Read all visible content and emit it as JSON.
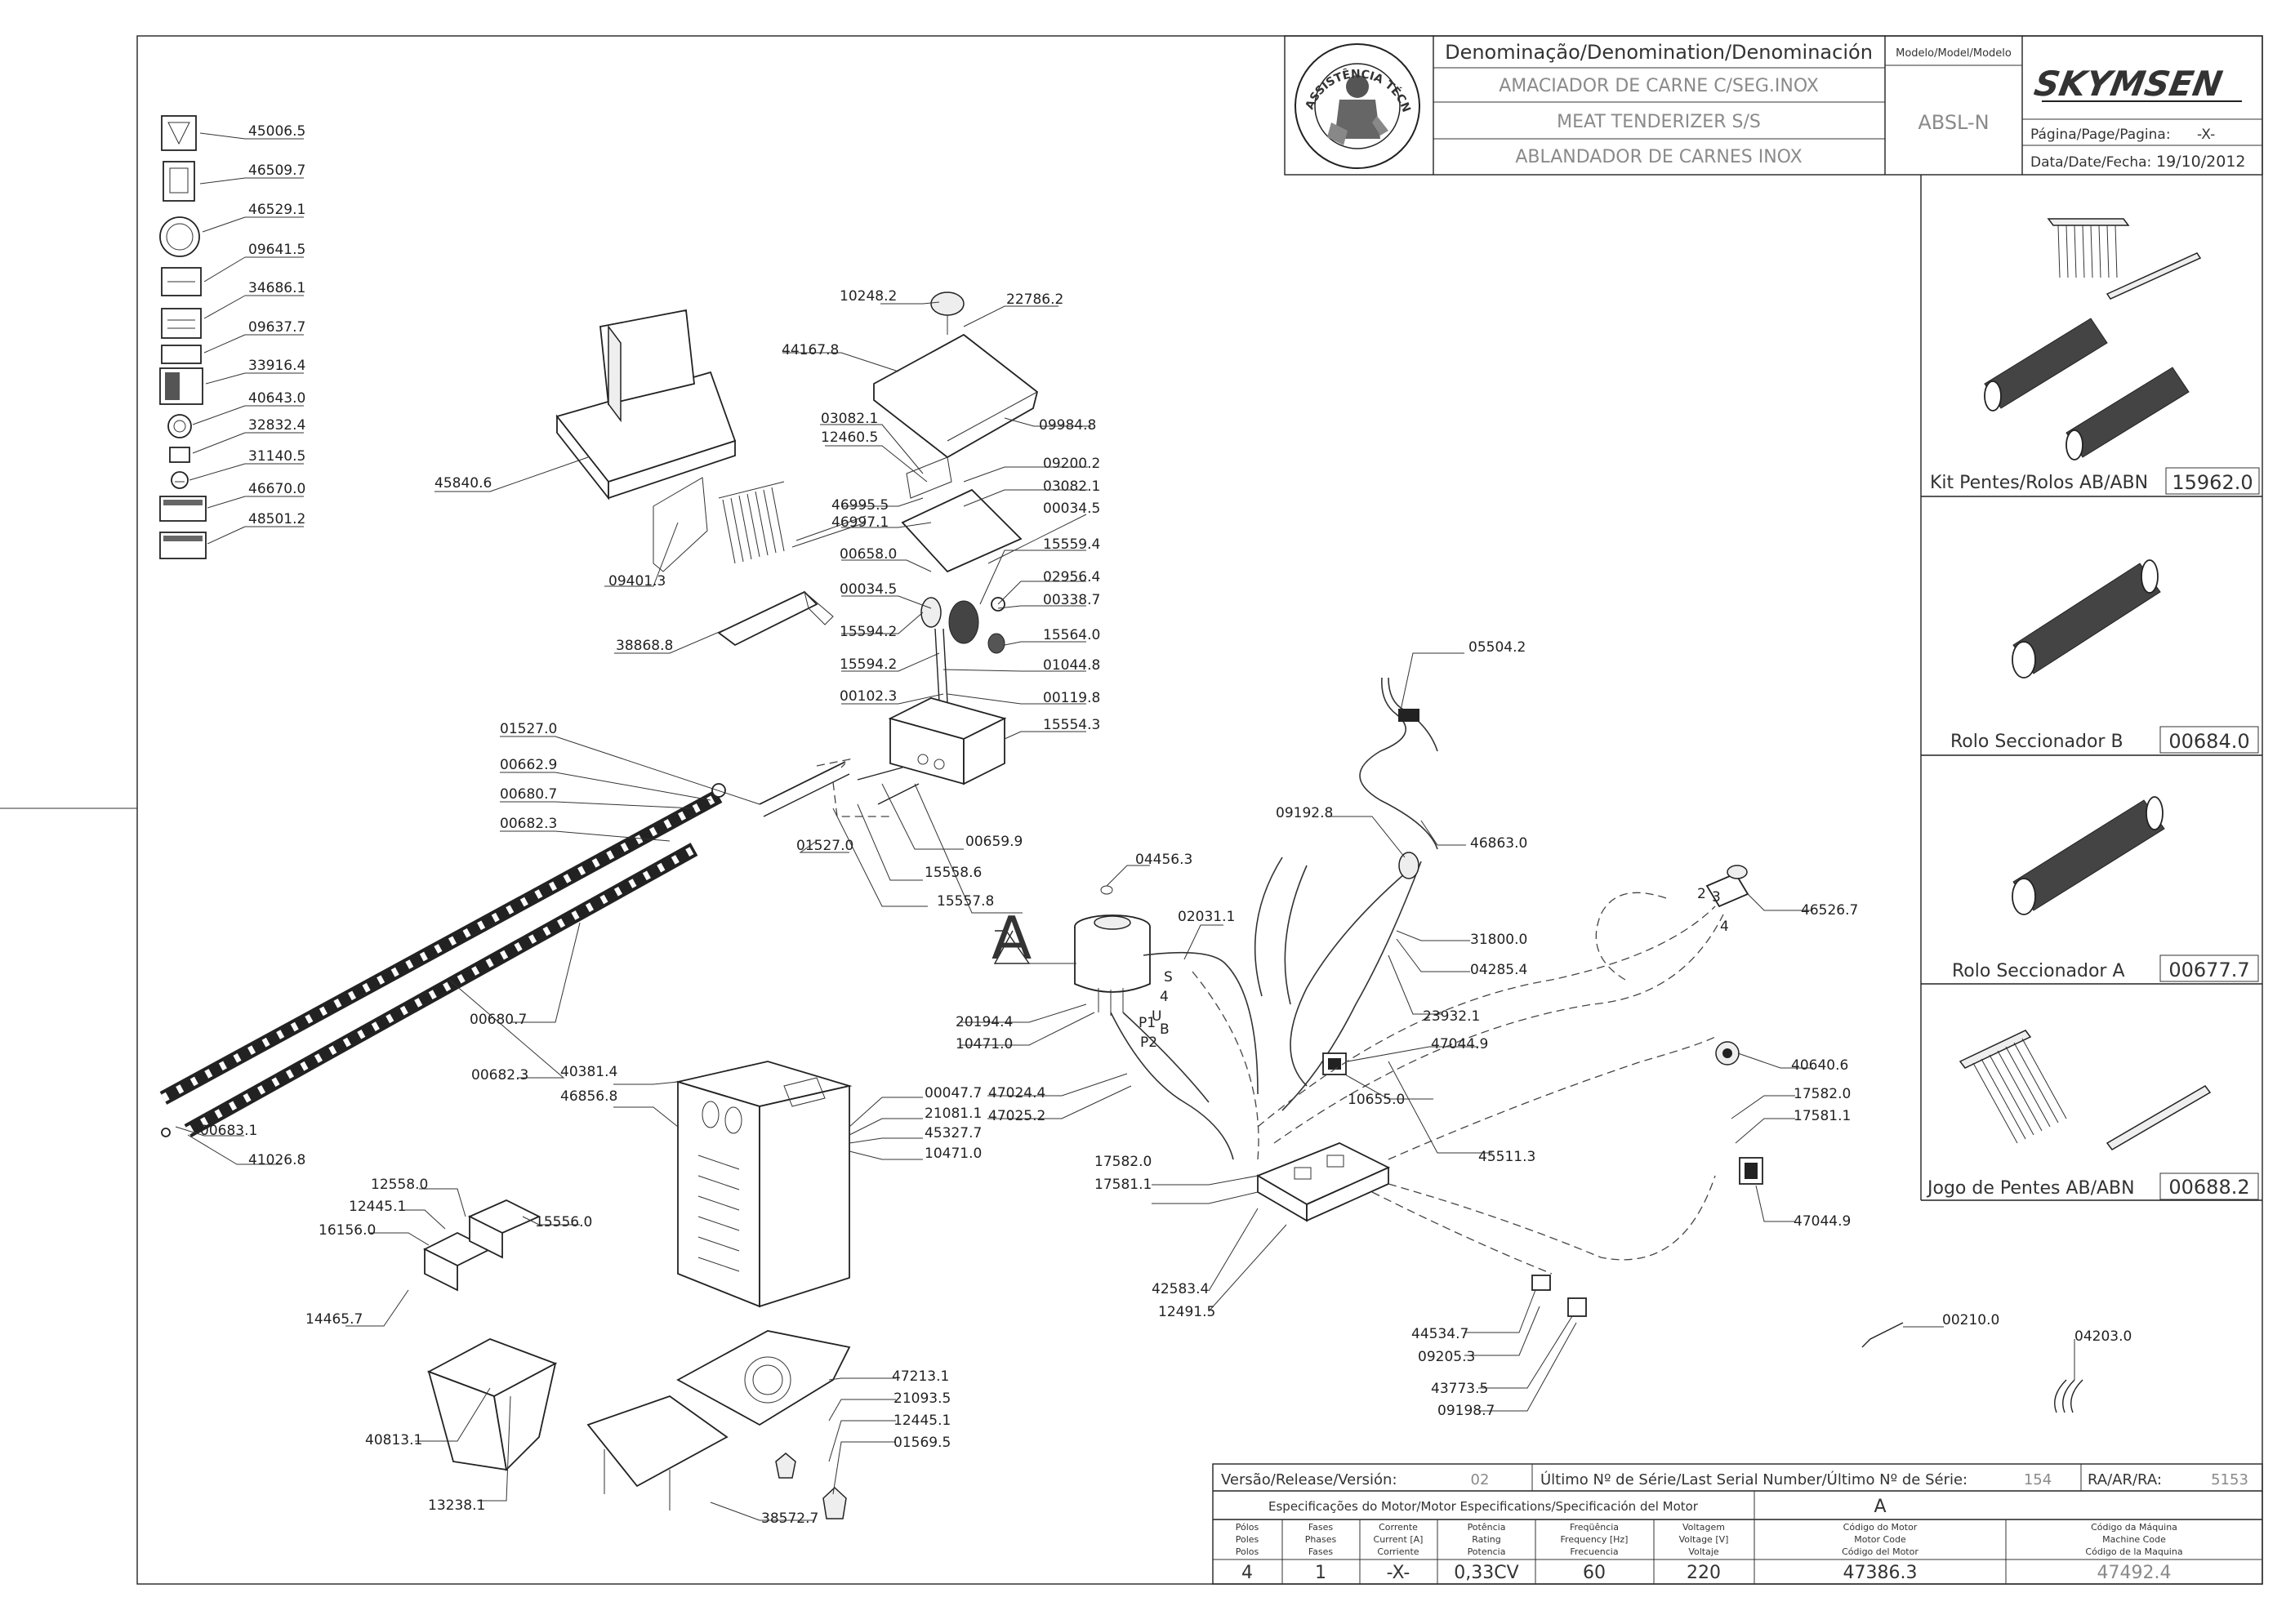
{
  "title_block": {
    "denomination_header": "Denominação/Denomination/Denominación",
    "name_pt": "AMACIADOR DE CARNE C/SEG.INOX",
    "name_en": "MEAT TENDERIZER S/S",
    "name_es": "ABLANDADOR DE CARNES INOX",
    "model_header": "Modelo/Model/Modelo",
    "model": "ABSL-N",
    "brand": "SKYMSEN",
    "page_label": "Página/Page/Pagina:",
    "page_value": "-X-",
    "date_label": "Data/Date/Fecha:",
    "date_value": "19/10/2012",
    "seal_text": "ASSISTÊNCIA TÉCNICA AUTORIZADA"
  },
  "kits": [
    {
      "label": "Kit Pentes/Rolos AB/ABN",
      "code": "15962.0",
      "icon": "comb-and-rollers-kit"
    },
    {
      "label": "Rolo Seccionador B",
      "code": "00684.0",
      "icon": "roller-b"
    },
    {
      "label": "Rolo Seccionador A",
      "code": "00677.7",
      "icon": "roller-a"
    },
    {
      "label": "Jogo de Pentes AB/ABN",
      "code": "00688.2",
      "icon": "comb-set"
    }
  ],
  "labels_list": [
    "45006.5",
    "46509.7",
    "46529.1",
    "09641.5",
    "34686.1",
    "09637.7",
    "33916.4",
    "40643.0",
    "32832.4",
    "31140.5",
    "46670.0",
    "48501.2"
  ],
  "parts": {
    "p10248_2": "10248.2",
    "p22786_2": "22786.2",
    "p44167_8": "44167.8",
    "p09984_8": "09984.8",
    "p03082_1a": "03082.1",
    "p12460_5": "12460.5",
    "p09200_2": "09200.2",
    "p03082_1b": "03082.1",
    "p46995_5": "46995.5",
    "p46997_1": "46997.1",
    "p00034_5a": "00034.5",
    "p00658_0": "00658.0",
    "p15559_4": "15559.4",
    "p00034_5b": "00034.5",
    "p02956_4": "02956.4",
    "p00338_7": "00338.7",
    "p15594_2a": "15594.2",
    "p15564_0": "15564.0",
    "p15594_2b": "15594.2",
    "p01044_8": "01044.8",
    "p00102_3": "00102.3",
    "p00119_8": "00119.8",
    "p15554_3": "15554.3",
    "p45840_6": "45840.6",
    "p09401_3": "09401.3",
    "p38868_8": "38868.8",
    "p01527_0a": "01527.0",
    "p00662_9": "00662.9",
    "p00680_7a": "00680.7",
    "p00682_3a": "00682.3",
    "p01527_0b": "01527.0",
    "p00659_9": "00659.9",
    "p15558_6": "15558.6",
    "p15557_8": "15557.8",
    "p00680_7b": "00680.7",
    "p00682_3b": "00682.3",
    "p00683_1": "00683.1",
    "p41026_8": "41026.8",
    "p04456_3": "04456.3",
    "p02031_1": "02031.1",
    "motor_letter": "A",
    "p20194_4": "20194.4",
    "p10471_0a": "10471.0",
    "p40381_4": "40381.4",
    "p46856_8": "46856.8",
    "p00047_7": "00047.7",
    "p21081_1": "21081.1",
    "p45327_7": "45327.7",
    "p10471_0b": "10471.0",
    "p47024_4": "47024.4",
    "p47025_2": "47025.2",
    "p12558_0": "12558.0",
    "p12445_1a": "12445.1",
    "p16156_0": "16156.0",
    "p15556_0": "15556.0",
    "p14465_7": "14465.7",
    "p40813_1": "40813.1",
    "p13238_1": "13238.1",
    "p47213_1": "47213.1",
    "p21093_5": "21093.5",
    "p12445_1b": "12445.1",
    "p01569_5": "01569.5",
    "p38572_7": "38572.7",
    "p05504_2": "05504.2",
    "p09192_8": "09192.8",
    "p46863_0": "46863.0",
    "p31800_0": "31800.0",
    "p04285_4": "04285.4",
    "p23932_1": "23932.1",
    "p46526_7": "46526.7",
    "p47044_9a": "47044.9",
    "p10655_0": "10655.0",
    "p40640_6": "40640.6",
    "p17582_0a": "17582.0",
    "p17581_1a": "17581.1",
    "p45511_3": "45511.3",
    "p17582_0b": "17582.0",
    "p17581_1b": "17581.1",
    "p47044_9b": "47044.9",
    "p42583_4": "42583.4",
    "p12491_5": "12491.5",
    "p44534_7": "44534.7",
    "p09205_3": "09205.3",
    "p43773_5": "43773.5",
    "p09198_7": "09198.7",
    "p00210_0": "00210.0",
    "p04203_0": "04203.0"
  },
  "wire_marks": {
    "s": "S",
    "n4": "4",
    "u": "U",
    "p1": "P1",
    "b": "B",
    "p2": "P2",
    "two": "2",
    "three": "3",
    "four": "4"
  },
  "bottom_table": {
    "version_label": "Versão/Release/Versión:",
    "version_value": "02",
    "serial_label": "Último Nº de Série/Last Serial Number/Último Nº de Série:",
    "serial_value": "154",
    "ra_label": "RA/AR/RA:",
    "ra_value": "5153",
    "motor_spec_label": "Especificações do Motor/Motor Especifications/Specificación del Motor",
    "motor_letter": "A",
    "col_poles": [
      "Pólos",
      "Poles",
      "Polos"
    ],
    "col_phases": [
      "Fases",
      "Phases",
      "Fases"
    ],
    "col_current": [
      "Corrente",
      "Current [A]",
      "Corriente"
    ],
    "col_power": [
      "Potência",
      "Rating",
      "Potencia"
    ],
    "col_freq": [
      "Freqüência",
      "Frequency [Hz]",
      "Frecuencia"
    ],
    "col_voltage": [
      "Voltagem",
      "Voltage [V]",
      "Voltaje"
    ],
    "col_motor_code": [
      "Código do Motor",
      "Motor Code",
      "Código del Motor"
    ],
    "col_machine_code": [
      "Código da Máquina",
      "Machine Code",
      "Código de la Maquina"
    ],
    "poles": "4",
    "phases": "1",
    "current": "-X-",
    "power": "0,33CV",
    "frequency": "60",
    "voltage": "220",
    "motor_code": "47386.3",
    "machine_code": "47492.4"
  }
}
